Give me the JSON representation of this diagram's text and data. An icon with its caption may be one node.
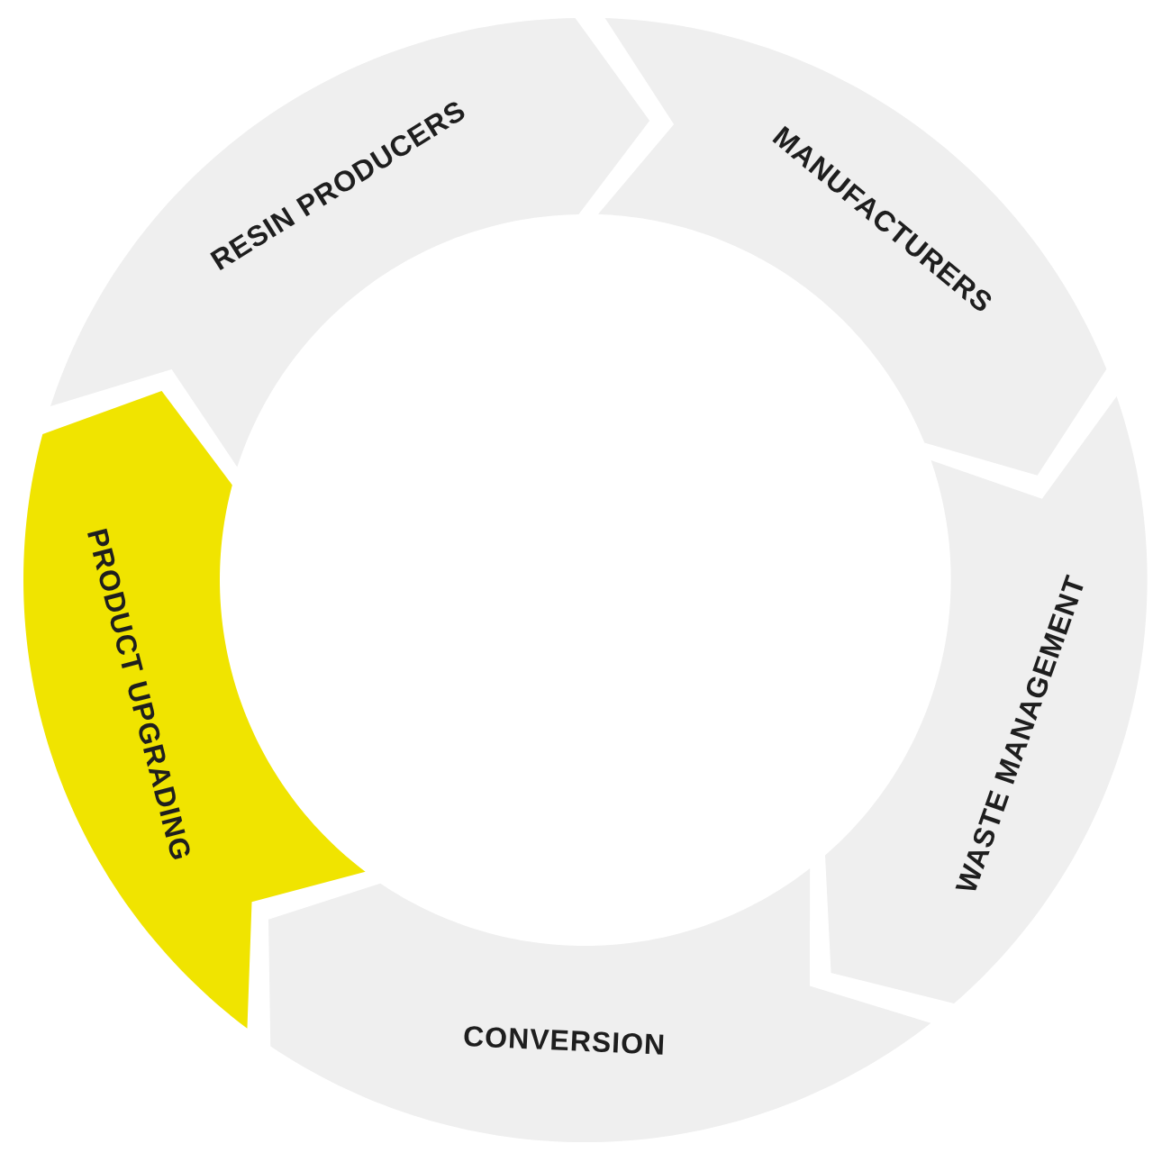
{
  "diagram": {
    "nodes": [
      {
        "text": [
          "RESIN PRODUCERS"
        ]
      },
      {
        "text": [
          "MANUFACTURERS"
        ]
      },
      {
        "text": [
          "WASTE MANAGEMENT"
        ]
      },
      {
        "text": [
          "CONVERSION"
        ]
      },
      {
        "text": [
          "PRODUCT UPGRADING"
        ]
      }
    ]
  }
}
